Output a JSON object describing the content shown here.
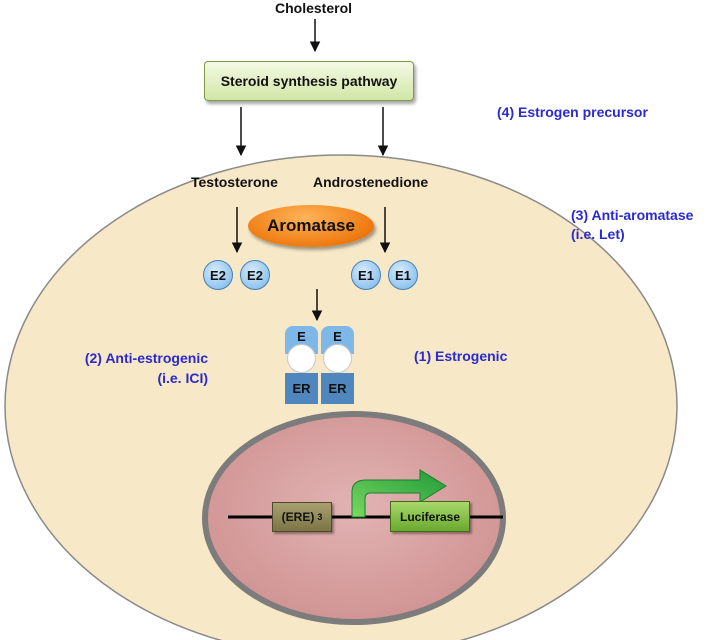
{
  "source": "Cholesterol",
  "pathway": "Steroid synthesis pathway",
  "substrates": {
    "left": "Testosterone",
    "right": "Androstenedione"
  },
  "enzyme": "Aromatase",
  "hormones": {
    "e2": "E2",
    "e1": "E1"
  },
  "receptor": {
    "ligand": "E",
    "receptor": "ER"
  },
  "gene": {
    "element": "(ERE)",
    "element_sub": "3",
    "reporter": "Luciferase"
  },
  "annotations": {
    "estrogen_precursor": "(4) Estrogen precursor",
    "anti_aromatase_line1": "(3) Anti-aromatase",
    "anti_aromatase_line2": "(i.e. Let)",
    "anti_estrogenic_line1": "(2) Anti-estrogenic",
    "anti_estrogenic_line2": "(i.e. ICI)",
    "estrogenic": "(1) Estrogenic"
  },
  "colors": {
    "cell": "#f7e8c7",
    "nucleus": "#d9a1a2",
    "aromatase": "#ee7a10",
    "annotation_text": "#2a2ad0",
    "receptor": "#4f86bd",
    "arrow": "#2bb04a"
  }
}
